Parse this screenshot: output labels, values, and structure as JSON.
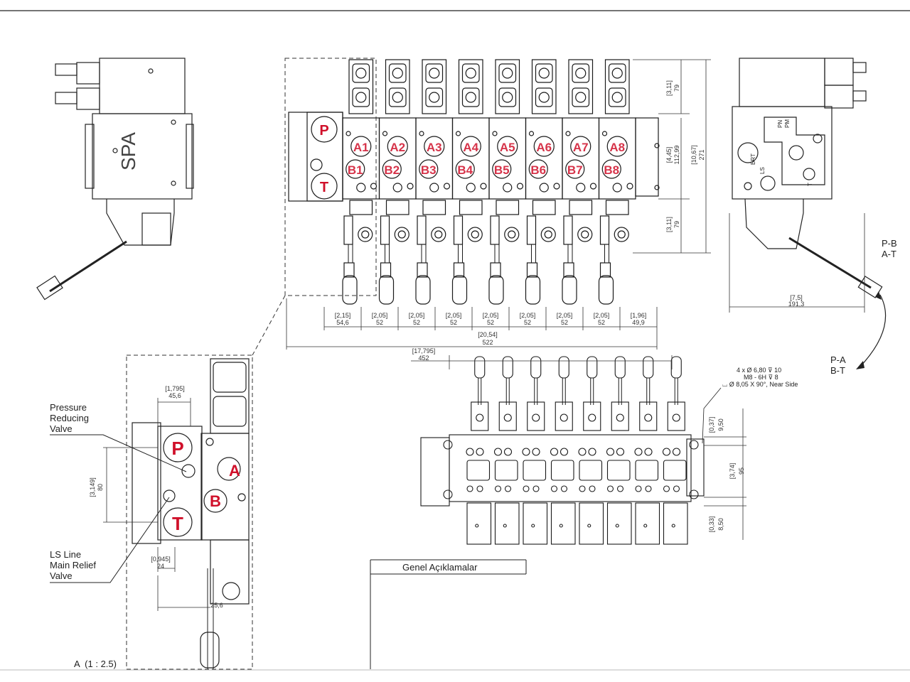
{
  "port_labels": {
    "a_ports": [
      "A1",
      "A2",
      "A3",
      "A4",
      "A5",
      "A6",
      "A7",
      "A8"
    ],
    "b_ports": [
      "B1",
      "B2",
      "B3",
      "B4",
      "B5",
      "B6",
      "B7",
      "B8"
    ],
    "pressure": "P",
    "tank": "T"
  },
  "front_view": {
    "widths_in": [
      "[2,15]",
      "[2,05]",
      "[2,05]",
      "[2,05]",
      "[2,05]",
      "[2,05]",
      "[2,05]",
      "[2,05]",
      "[1,96]"
    ],
    "widths_mm": [
      "54,6",
      "52",
      "52",
      "52",
      "52",
      "52",
      "52",
      "52",
      "49,9"
    ],
    "total_in": "[20,54]",
    "total_mm": "522",
    "height_top_in": "[3,11]",
    "height_top_mm": "79",
    "height_mid_in": "[4,45]",
    "height_mid_mm": "112,99",
    "height_total_in": "[10,67]",
    "height_total_mm": "271",
    "height_bottom_in": "[3,11]",
    "height_bottom_mm": "79"
  },
  "right_view": {
    "width_in": "[7,5]",
    "width_mm": "191,3",
    "ports": [
      "PN",
      "PM",
      "BRT",
      "LS",
      "T"
    ],
    "rotation_top": [
      "P-B",
      "A-T"
    ],
    "rotation_bottom": [
      "P-A",
      "B-T"
    ]
  },
  "left_view": {
    "logo_text": "SPA"
  },
  "detail_view": {
    "label": "A  (1 : 2.5)",
    "callout_pressure": [
      "Pressure",
      "Reducing",
      "Valve"
    ],
    "callout_ls": [
      "LS Line",
      "Main Relief",
      "Valve"
    ],
    "dim_width_in": "[1,795]",
    "dim_width_mm": "45,6",
    "dim_height_in": "[3,149]",
    "dim_height_mm": "80",
    "dim_small_in": "[0,945]",
    "dim_small_mm": "24",
    "dim_bottom_mm": "25,6",
    "ports": [
      "P",
      "T",
      "A",
      "B"
    ]
  },
  "bottom_view": {
    "width_in": "[17,795]",
    "width_mm": "452",
    "hole_note": [
      "4 x Ø 6,80 ⊽ 10",
      "M8 - 6H ⊽ 8",
      "⌴ Ø 8,05 X 90°, Near Side"
    ],
    "dim_a_in": "[0,37]",
    "dim_a_mm": "9,50",
    "dim_b_in": "[3,74]",
    "dim_b_mm": "95",
    "dim_c_in": "[0,33]",
    "dim_c_mm": "8,50"
  },
  "notes_box": {
    "title": "Genel Açıklamalar"
  },
  "colors": {
    "line": "#1a1a1a",
    "port_label": "#d0102a",
    "dim": "#333333"
  }
}
